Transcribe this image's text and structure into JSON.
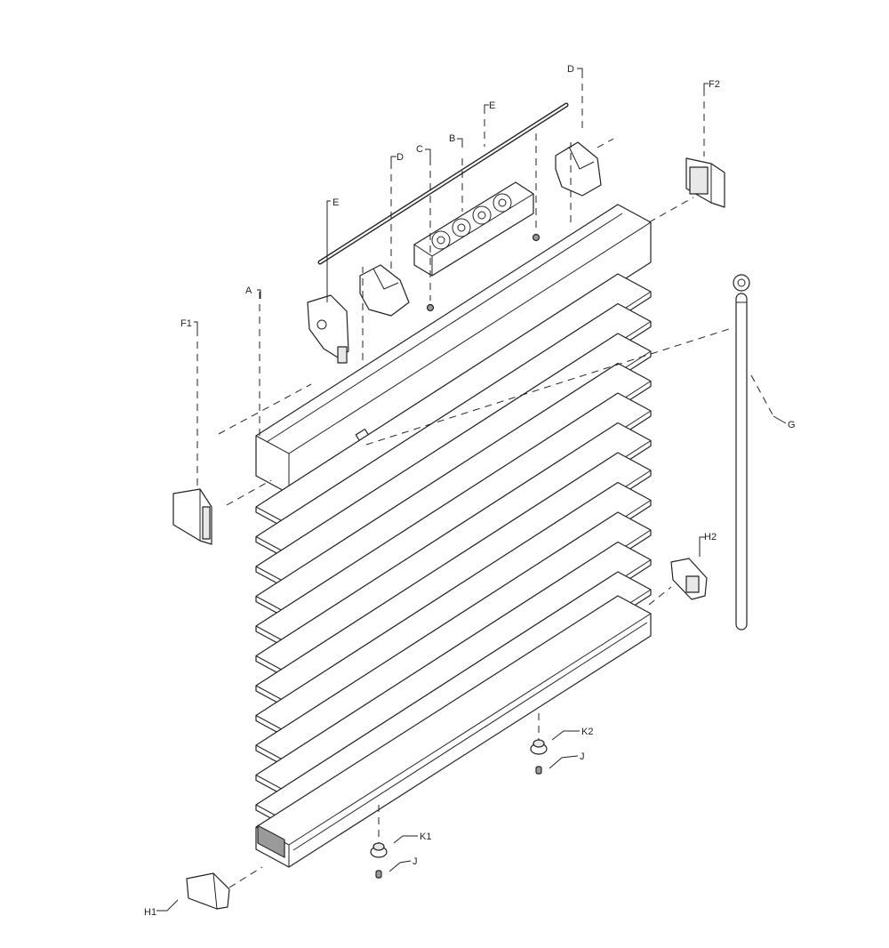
{
  "labels": {
    "A": "A",
    "B": "B",
    "C": "C",
    "D_left": "D",
    "D_right": "D",
    "E_rod": "E",
    "E_tilter": "E",
    "F1": "F1",
    "F2": "F2",
    "G": "G",
    "H1": "H1",
    "H2": "H2",
    "J_left": "J",
    "J_right": "J",
    "K1": "K1",
    "K2": "K2"
  },
  "slat_count": 11
}
